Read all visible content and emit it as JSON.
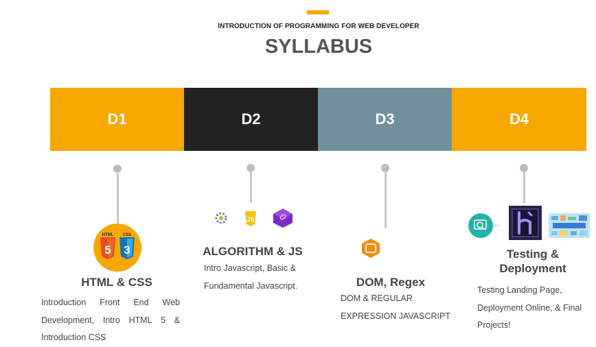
{
  "header": {
    "subtitle": "INTRODUCTION OF PROGRAMMING FOR WEB DEVELOPER",
    "title": "SYLLABUS"
  },
  "colors": {
    "orange": "#f6a800",
    "dark": "#222222",
    "slate": "#718f9d",
    "accent": "#f6a800"
  },
  "days": [
    {
      "label": "D1",
      "topic": "HTML & CSS",
      "icon": "html5-css3-icon",
      "description_lines": [
        "Introduction Front End Web",
        "Development, Intro HTML 5 &",
        "Introduction CSS"
      ]
    },
    {
      "label": "D2",
      "topic": "ALGORITHM & JS",
      "icons": [
        "algorithm-gear-icon",
        "javascript-icon",
        "webpack-icon"
      ],
      "description_lines": [
        "Intro Javascript, Basic &",
        "Fundamental Javascript."
      ]
    },
    {
      "label": "D3",
      "topic": "DOM, Regex",
      "icon": "dom-cube-icon",
      "description_lines": [
        "DOM & REGULAR",
        "EXPRESSION JAVASCRIPT"
      ]
    },
    {
      "label": "D4",
      "topic_lines": [
        "Testing &",
        "Deployment"
      ],
      "icons": [
        "testing-magnifier-icon",
        "heroku-icon",
        "project-collage-icon"
      ],
      "description_lines": [
        "Testing Landing Page,",
        "Deployment Online, & Final",
        "Projects!"
      ]
    }
  ]
}
